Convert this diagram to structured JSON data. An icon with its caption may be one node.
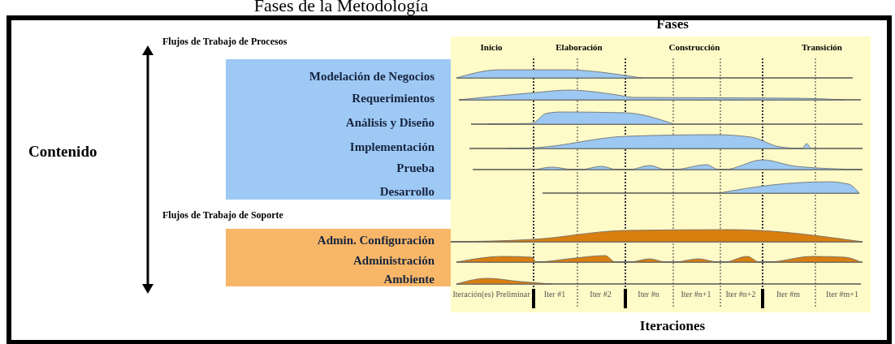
{
  "diagram": {
    "title": "Fases de la Metodología",
    "nodes": [
      {
        "text": [
          "Modelación de Negocios",
          "Requerimientos",
          "Análisis y Diseño",
          "Implementación",
          "Prueba",
          "Desarrollo"
        ]
      },
      {
        "text": [
          "Admin. Configuración",
          "Administración",
          "Ambiente"
        ]
      },
      {
        "text": [
          "Inicio",
          "Elaboración",
          "Construcción",
          "Transición",
          "Iteración(es) Preliminar",
          "Iter #1",
          "Iter #2",
          "Iter #n",
          "Iter #n+1",
          "Iter #n+2",
          "Iter #m",
          "Iter #m+1"
        ]
      }
    ],
    "labels": [
      "Fases",
      "Flujos de Trabajo de Procesos",
      "Contenido",
      "Flujos de Trabajo de Soporte",
      "Iteraciones"
    ]
  }
}
